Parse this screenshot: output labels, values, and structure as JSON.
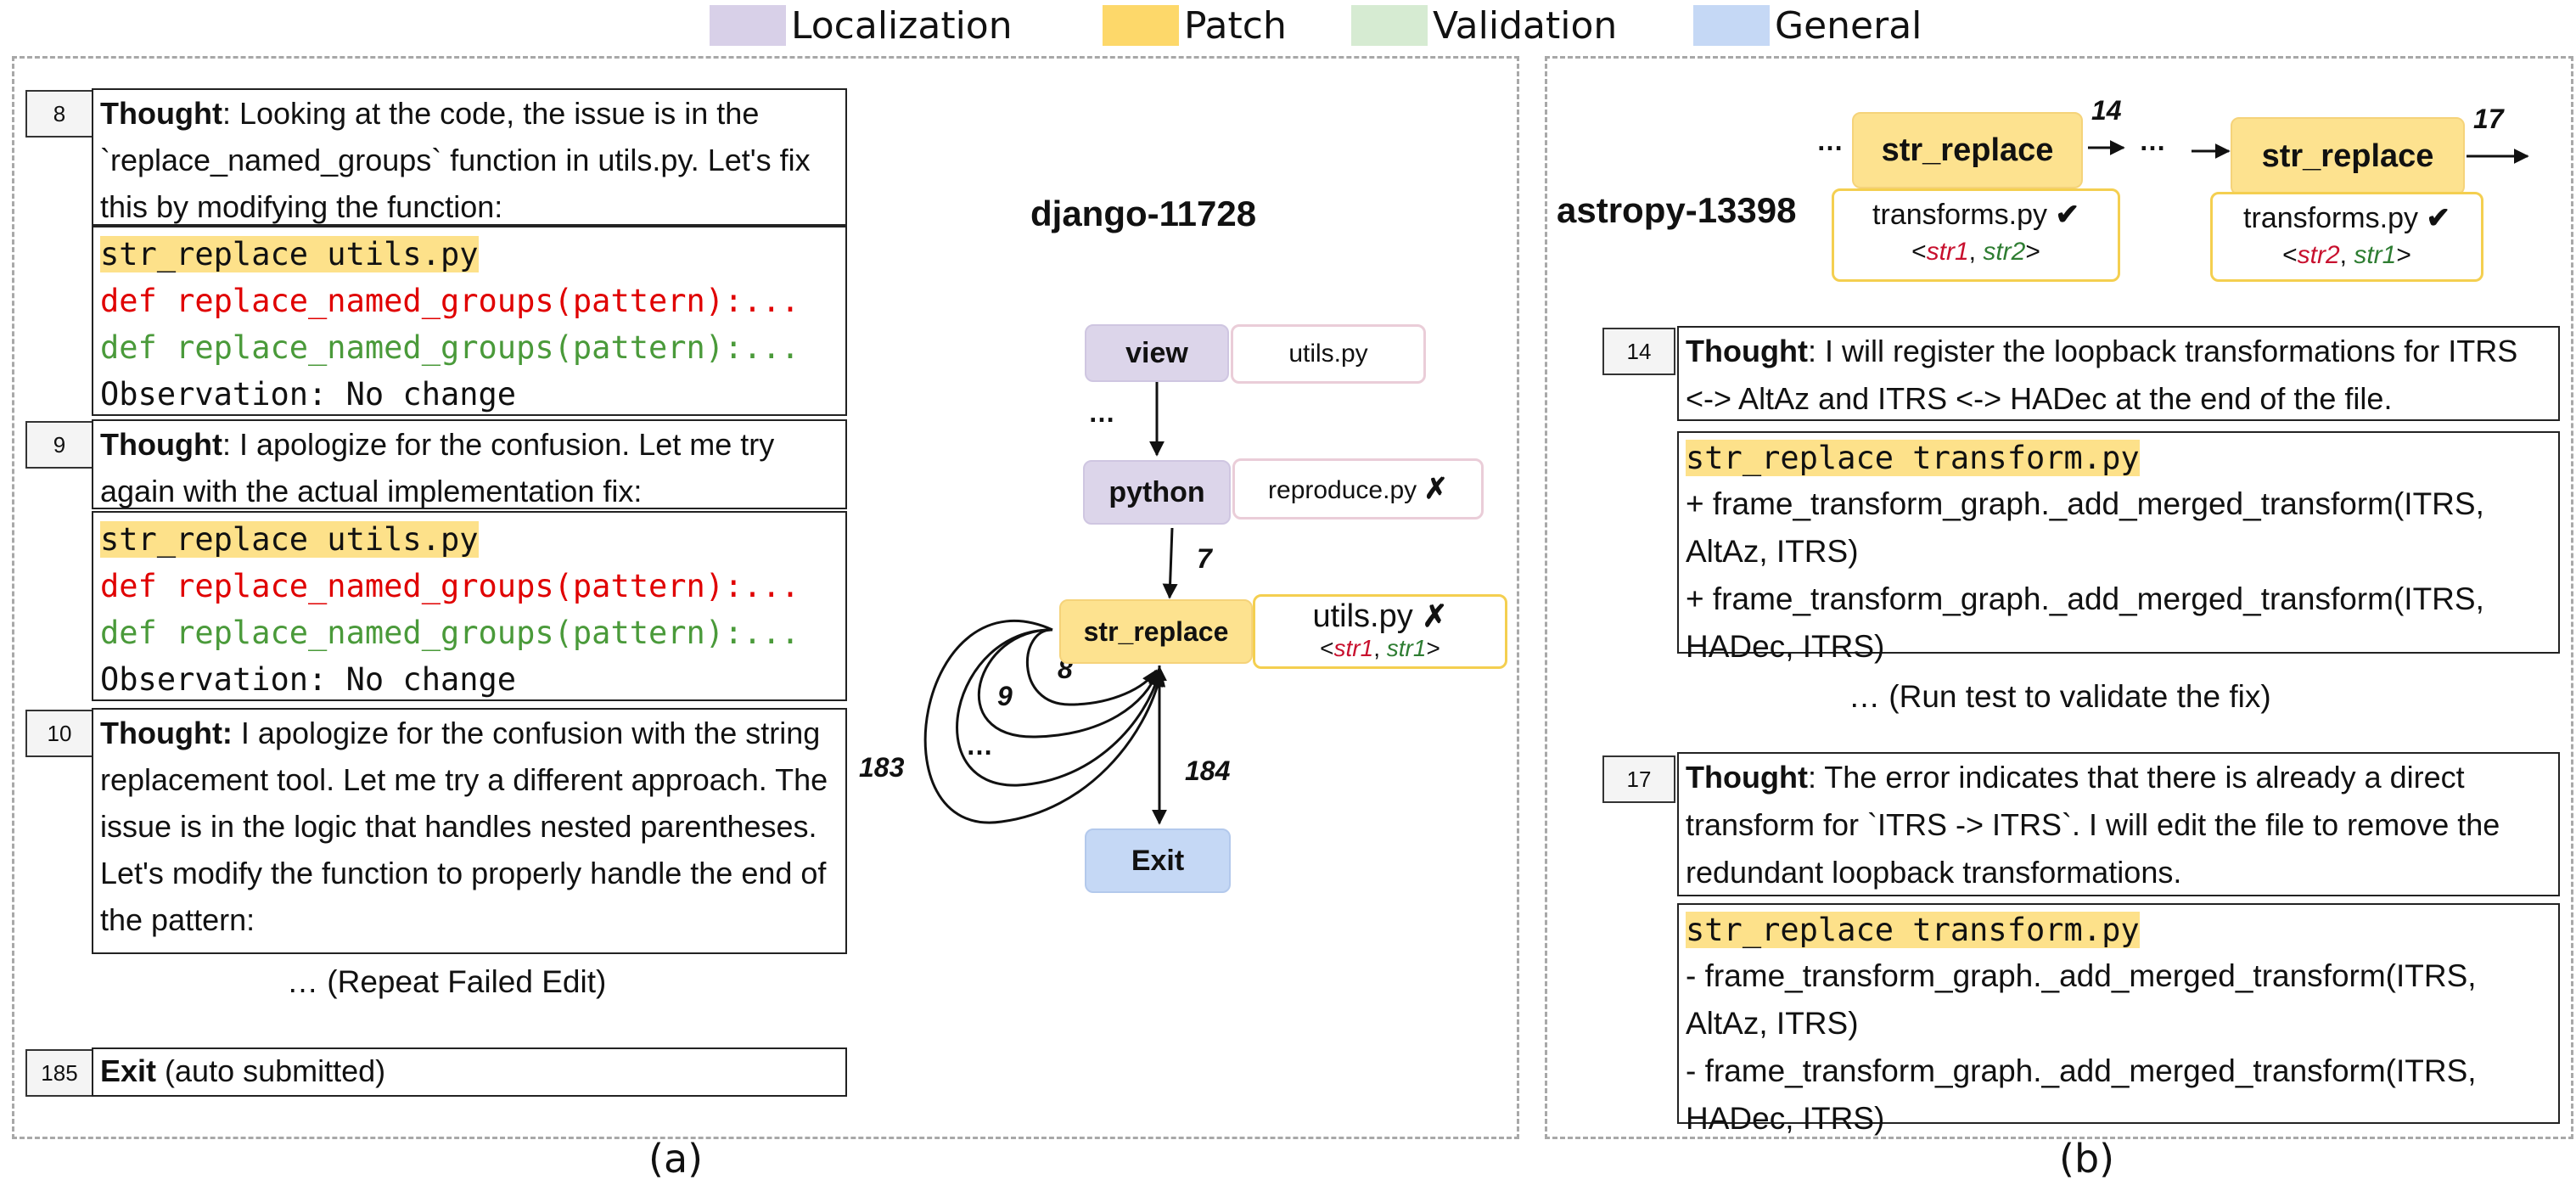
{
  "legend": [
    {
      "label": "Localization",
      "color": "#d8d0e8"
    },
    {
      "label": "Patch",
      "color": "#fdd86a"
    },
    {
      "label": "Validation",
      "color": "#d6ebd2"
    },
    {
      "label": "General",
      "color": "#c5d8f5"
    }
  ],
  "panel_a": {
    "steps": [
      {
        "num": "8",
        "bold": "Thought",
        "text": ": Looking at the code, the issue is in the `replace_named_groups` function in utils.py. Let's fix this by modifying the function:"
      },
      {
        "num": "9",
        "bold": "Thought",
        "text": ": I apologize for the confusion. Let me try again with the actual implementation fix:"
      },
      {
        "num": "10",
        "bold": "Thought:",
        "text": " I apologize for the confusion with the string replacement tool. Let me try a different approach. The issue is in the logic that handles nested parentheses. Let's modify the function to properly handle the end of the pattern:"
      },
      {
        "num": "185",
        "bold": "Exit",
        "text": " (auto submitted)"
      }
    ],
    "code8": {
      "cmd": "str_replace utils.py",
      "removed": " def replace_named_groups(pattern):...",
      "added": " def replace_named_groups(pattern):...",
      "obs": "Observation: No change"
    },
    "code9": {
      "cmd": "str_replace utils.py",
      "removed": " def replace_named_groups(pattern):...",
      "added": " def replace_named_groups(pattern):...",
      "obs": "Observation: No change"
    },
    "repeat_note": "… (Repeat Failed Edit)",
    "graph": {
      "title": "django-11728",
      "node_view": "view",
      "node_python": "python",
      "node_str": "str_replace",
      "node_exit": "Exit",
      "file_view": "utils.py",
      "file_python": "reproduce.py",
      "file_python_mark": "✗",
      "file_str": "utils.py",
      "file_str_mark": "✗",
      "str_args_a": "str1",
      "str_args_b": "str1",
      "ellipsis": "…",
      "edge_7": "7",
      "edge_8": "8",
      "edge_9": "9",
      "edge_183": "183",
      "edge_184": "184",
      "loop_dots": "…"
    },
    "caption": "(a)"
  },
  "panel_b": {
    "graph": {
      "title": "astropy-13398",
      "node1": "str_replace",
      "node2": "str_replace",
      "file1": "transforms.py",
      "file2": "transforms.py",
      "check": "✔",
      "f1_a": "str1",
      "f1_b": "str2",
      "f2_a": "str2",
      "f2_b": "str1",
      "edge_14": "14",
      "edge_17": "17",
      "dots": "…"
    },
    "step14": {
      "num": "14",
      "bold": "Thought",
      "text": ": I will register the loopback transformations for ITRS <-> AltAz and ITRS <-> HADec at the end of the file."
    },
    "code14": {
      "cmd": "str_replace transform.py",
      "line1": "+  frame_transform_graph._add_merged_transform(ITRS, AltAz, ITRS)",
      "line2": "+  frame_transform_graph._add_merged_transform(ITRS, HADec, ITRS)"
    },
    "run_note": "… (Run test to validate the fix)",
    "step17": {
      "num": "17",
      "bold": "Thought",
      "text": ": The error indicates that there is already a direct transform for `ITRS -> ITRS`. I will edit the file to remove the redundant loopback transformations."
    },
    "code17": {
      "cmd": "str_replace transform.py",
      "line1": "-  frame_transform_graph._add_merged_transform(ITRS, AltAz, ITRS)",
      "line2": "-  frame_transform_graph._add_merged_transform(ITRS, HADec, ITRS)"
    },
    "caption": "(b)"
  }
}
